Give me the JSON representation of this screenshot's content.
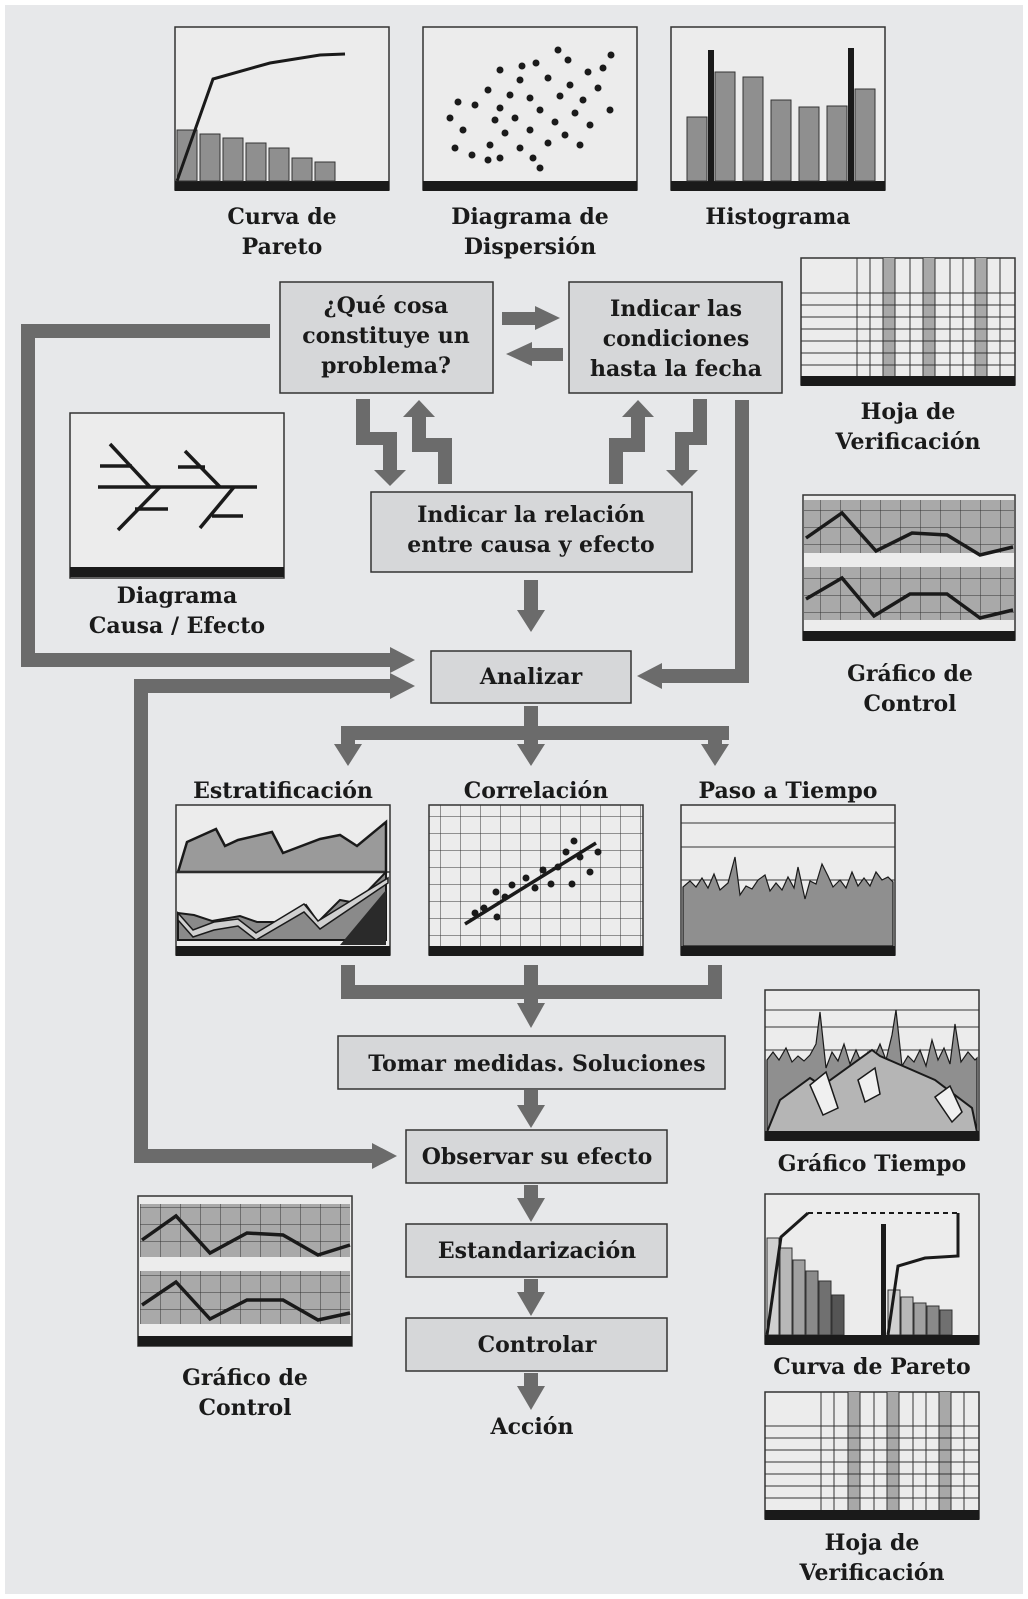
{
  "tools": {
    "pareto_top": [
      "Curva de",
      "Pareto"
    ],
    "scatter": [
      "Diagrama de",
      "Dispersión"
    ],
    "histogram": [
      "Histograma"
    ],
    "check_sheet_top": [
      "Hoja de",
      "Verificación"
    ],
    "cause_effect": [
      "Diagrama",
      "Causa / Efecto"
    ],
    "control_chart_right": [
      "Gráfico de",
      "Control"
    ],
    "stratification": [
      "Estratificación"
    ],
    "correlation": [
      "Correlación"
    ],
    "time_step": [
      "Paso a Tiempo"
    ],
    "time_chart": [
      "Gráfico Tiempo"
    ],
    "control_chart_left": [
      "Gráfico de",
      "Control"
    ],
    "pareto_bottom": [
      "Curva de Pareto"
    ],
    "check_sheet_bottom": [
      "Hoja de",
      "Verificación"
    ]
  },
  "steps": {
    "problem": [
      "¿Qué cosa",
      "constituye un",
      "problema?"
    ],
    "conditions": [
      "Indicar las",
      "condiciones",
      "hasta la fecha"
    ],
    "relation": [
      "Indicar la relación",
      "entre causa y efecto"
    ],
    "analyze": [
      "Analizar"
    ],
    "measures": [
      "Tomar medidas. Soluciones"
    ],
    "observe": [
      "Observar su efecto"
    ],
    "standardize": [
      "Estandarización"
    ],
    "control": [
      "Controlar"
    ],
    "action": [
      "Acción"
    ]
  },
  "colors": {
    "background": "#e7e8ea",
    "box_fill": "#d6d7d9",
    "arrow": "#6b6b6b",
    "ink": "#1a1a1a",
    "bar": "#8f8f8f",
    "panel": "#ececec"
  }
}
